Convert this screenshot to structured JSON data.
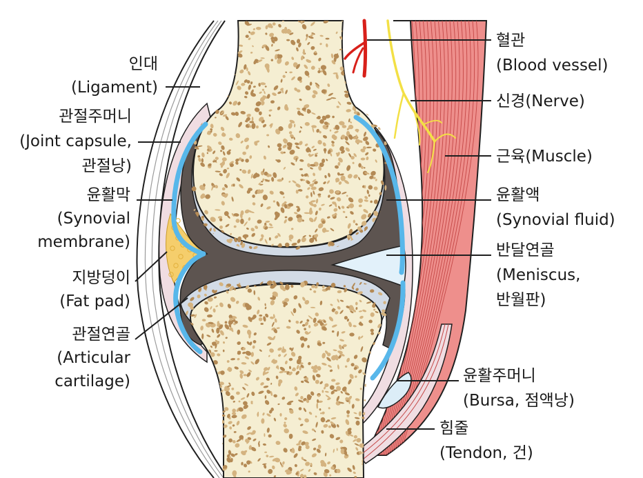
{
  "colors": {
    "bone": "#f5eed2",
    "bone_pore": "#d4b380",
    "bone_pore_dark": "#b48a55",
    "outline": "#1f1f1f",
    "cartilage": "#d2dbe6",
    "synovial_fluid": "#5d5450",
    "synovial_membrane": "#58b7ea",
    "capsule": "#f0dde2",
    "ligament": "#d6d6d6",
    "fat_pad": "#f5ce6c",
    "muscle": "#ee8f8c",
    "muscle_fiber": "#c44746",
    "blood_vessel": "#d8201a",
    "nerve": "#f3e045",
    "meniscus": "#e2f1fa",
    "bursa": "#dcedf7"
  },
  "labels": {
    "ligament": {
      "ko": "인대",
      "en": "(Ligament)"
    },
    "joint_capsule": {
      "ko": "관절주머니",
      "en": "(Joint capsule,",
      "ko2": "관절낭)"
    },
    "synovial_membrane": {
      "ko": "윤활막",
      "en": "(Synovial",
      "en2": "membrane)"
    },
    "fat_pad": {
      "ko": "지방덩이",
      "en": "(Fat pad)"
    },
    "articular_cartilage": {
      "ko": "관절연골",
      "en": "(Articular",
      "en2": "cartilage)"
    },
    "blood_vessel": {
      "ko": "혈관",
      "en": "(Blood vessel)"
    },
    "nerve": {
      "text": "신경(Nerve)"
    },
    "muscle": {
      "text": "근육(Muscle)"
    },
    "synovial_fluid": {
      "ko": "윤활액",
      "en": "(Synovial fluid)"
    },
    "meniscus": {
      "ko": "반달연골",
      "en": "(Meniscus,",
      "ko2": "반월판)"
    },
    "bursa": {
      "ko": "윤활주머니",
      "en": "(Bursa,  점액낭)"
    },
    "tendon": {
      "ko": "힘줄",
      "en": "(Tendon,  건)"
    }
  }
}
